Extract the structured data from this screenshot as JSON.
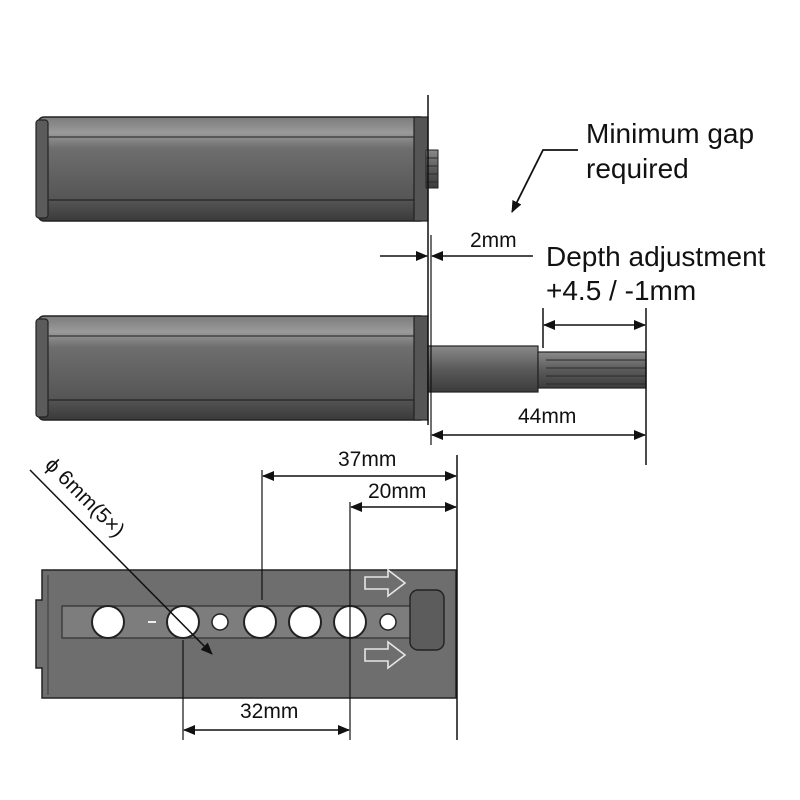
{
  "labels": {
    "minimum_gap_line1": "Minimum gap",
    "minimum_gap_line2": "required",
    "gap_value": "2mm",
    "depth_line1": "Depth adjustment",
    "depth_line2": "+4.5 / -1mm",
    "extension_length": "44mm",
    "dim_37": "37mm",
    "dim_20": "20mm",
    "hole_diameter": "ϕ 6mm(5×)",
    "dim_32": "32mm"
  },
  "colors": {
    "body_fill": "#6a6a6a",
    "body_dark": "#3f3f3f",
    "body_light": "#8e8e8e",
    "line": "#111111",
    "hole": "#ffffff"
  },
  "icons": [
    "arrow-right-icon",
    "arrow-right-icon"
  ]
}
